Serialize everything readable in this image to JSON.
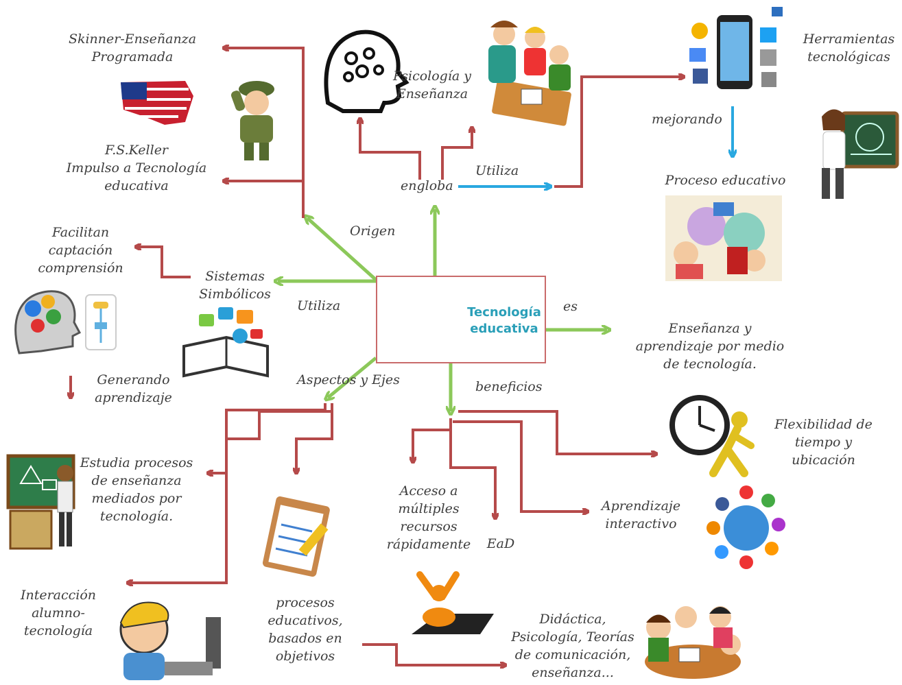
{
  "center": {
    "title": "Tecnología\neducativa"
  },
  "edges": {
    "origen": "Origen",
    "engloba": "engloba",
    "utiliza_top": "Utiliza",
    "utiliza_left": "Utiliza",
    "es": "es",
    "aspectos": "Aspectos y Ejes",
    "beneficios": "beneficios",
    "mejorando": "mejorando"
  },
  "nodes": {
    "skinner": "Skinner-Enseñanza\nProgramada",
    "keller": "F.S.Keller\nImpulso a Tecnología\neducativa",
    "psicologia": "Psicología y\nEnseñanza",
    "herramientas": "Herramientas\ntecnológicas",
    "proceso": "Proceso educativo",
    "facilitan": "Facilitan\ncaptación\ncomprensión",
    "sistemas": "Sistemas\nSimbólicos",
    "generando": "Generando\naprendizaje",
    "ensenanza": "Enseñanza y\naprendizaje por medio\nde tecnología.",
    "estudia": "Estudia procesos\nde enseñanza\nmediados por\ntecnología.",
    "interaccion": "Interacción\nalumno-\ntecnología",
    "procesos": "procesos\neducativos,\nbasados en\nobjetivos",
    "acceso": "Acceso a\nmúltiples\nrecursos\nrápidamente",
    "ead": "EaD",
    "aprendizaje": "Aprendizaje\ninteractivo",
    "flexibilidad": "Flexibilidad de\ntiempo y\nubicación",
    "didactica": "Didáctica,\nPsicología, Teorías\nde comunicación,\nenseñanza..."
  },
  "colors": {
    "red_arrow": "#b54a4a",
    "green_arrow": "#8cc85a",
    "blue_arrow": "#29a8e0",
    "center_text": "#2a9fb8"
  }
}
